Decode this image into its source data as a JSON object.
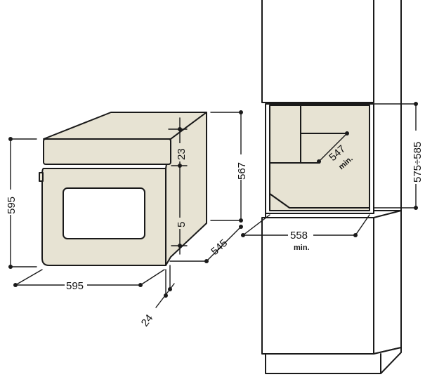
{
  "colors": {
    "line": "#1a1a1a",
    "fill": "#e7e3d3",
    "background": "#ffffff"
  },
  "oven": {
    "width": "595",
    "height": "595",
    "depth": "545",
    "body_height": "567",
    "top_gap": "23",
    "bottom_gap": "5",
    "front_offset": "24"
  },
  "cabinet": {
    "niche_width": "558",
    "niche_width_note": "min.",
    "niche_depth": "547",
    "niche_depth_note": "min.",
    "niche_height": "575÷585"
  }
}
